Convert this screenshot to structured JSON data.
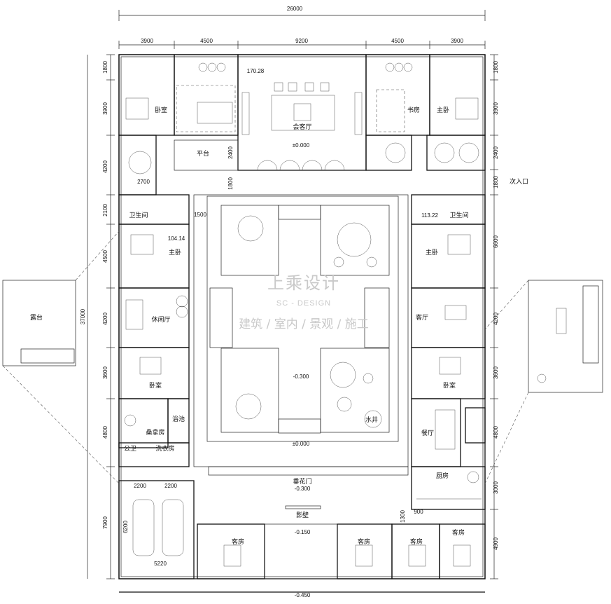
{
  "dimensions": {
    "overall_width": "26000",
    "top_segments": [
      "3900",
      "4500",
      "9200",
      "4500",
      "3900"
    ],
    "overall_depth": "37000",
    "left_segments": [
      "1800",
      "3900",
      "4200",
      "2100",
      "4500",
      "4200",
      "3600",
      "4800",
      "7900"
    ],
    "right_segments": [
      "1800",
      "3900",
      "2400",
      "1800",
      "6600",
      "4200",
      "3600",
      "4800",
      "3000",
      "4900"
    ],
    "inner": [
      "2700",
      "2400",
      "1800",
      "1500",
      "2200",
      "2200",
      "6200",
      "5220",
      "1300",
      "900"
    ]
  },
  "areas": [
    "170.28",
    "104.14",
    "113.22"
  ],
  "rooms": {
    "living_room": "会客厅",
    "bedroom": "卧室",
    "master_bedroom": "主卧",
    "study": "书房",
    "platform": "平台",
    "bathroom": "卫生间",
    "lounge": "休闲厅",
    "guest_hall": "客厅",
    "sauna": "桑拿房",
    "bath_pool": "浴池",
    "laundry": "洗衣房",
    "public_toilet": "公卫",
    "dining": "餐厅",
    "kitchen": "厨房",
    "guest_room": "客房",
    "screen_wall": "影壁",
    "water_well": "水井",
    "main_gate": "垂花门",
    "terrace": "露台",
    "secondary_entrance": "次入口"
  },
  "levels": [
    "±0.000",
    "±0.000",
    "-0.300",
    "-0.300",
    "-0.150",
    "-0.450"
  ],
  "watermark": {
    "name": "上乘设计",
    "brand": "SC - DESIGN",
    "services": "建筑 / 室内 / 景观 / 施工"
  }
}
